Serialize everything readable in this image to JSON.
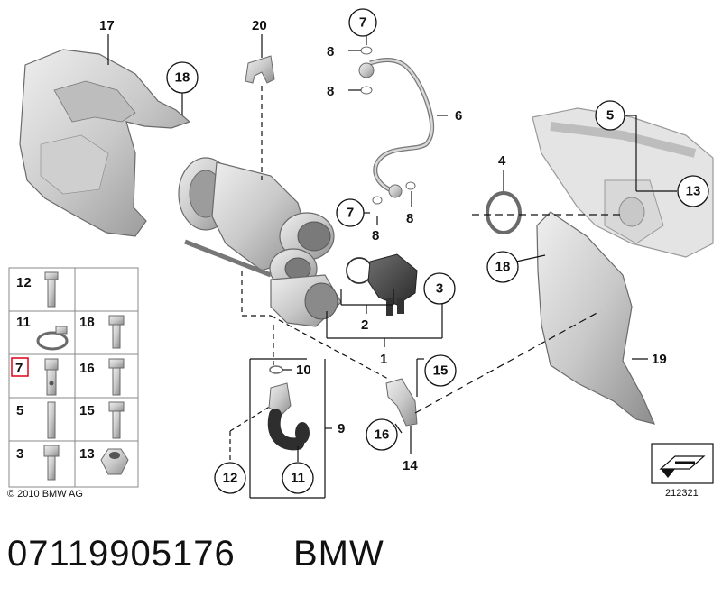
{
  "callouts": {
    "c17": "17",
    "c20": "20",
    "c7a": "7",
    "c8a": "8",
    "c8b": "8",
    "c18a": "18",
    "c6": "6",
    "c5": "5",
    "c4": "4",
    "c13": "13",
    "c7b": "7",
    "c8c": "8",
    "c8d": "8",
    "c18b": "18",
    "c3": "3",
    "c2": "2",
    "c1": "1",
    "c10": "10",
    "c15": "15",
    "c19": "19",
    "c9": "9",
    "c16": "16",
    "c14": "14",
    "c12": "12",
    "c11": "11"
  },
  "grid": {
    "g12": "12",
    "g11": "11",
    "g18": "18",
    "g7": "7",
    "g16": "16",
    "g5": "5",
    "g15": "15",
    "g3": "3",
    "g13": "13"
  },
  "copyright": "© 2010 BMW AG",
  "ref_number": "212321",
  "footer": {
    "part_number": "07119905176",
    "brand": "BMW"
  },
  "colors": {
    "part_fill": "#d8d8d8",
    "part_stroke": "#6a6a6a",
    "highlight": "#e0001a",
    "line": "#111111"
  }
}
